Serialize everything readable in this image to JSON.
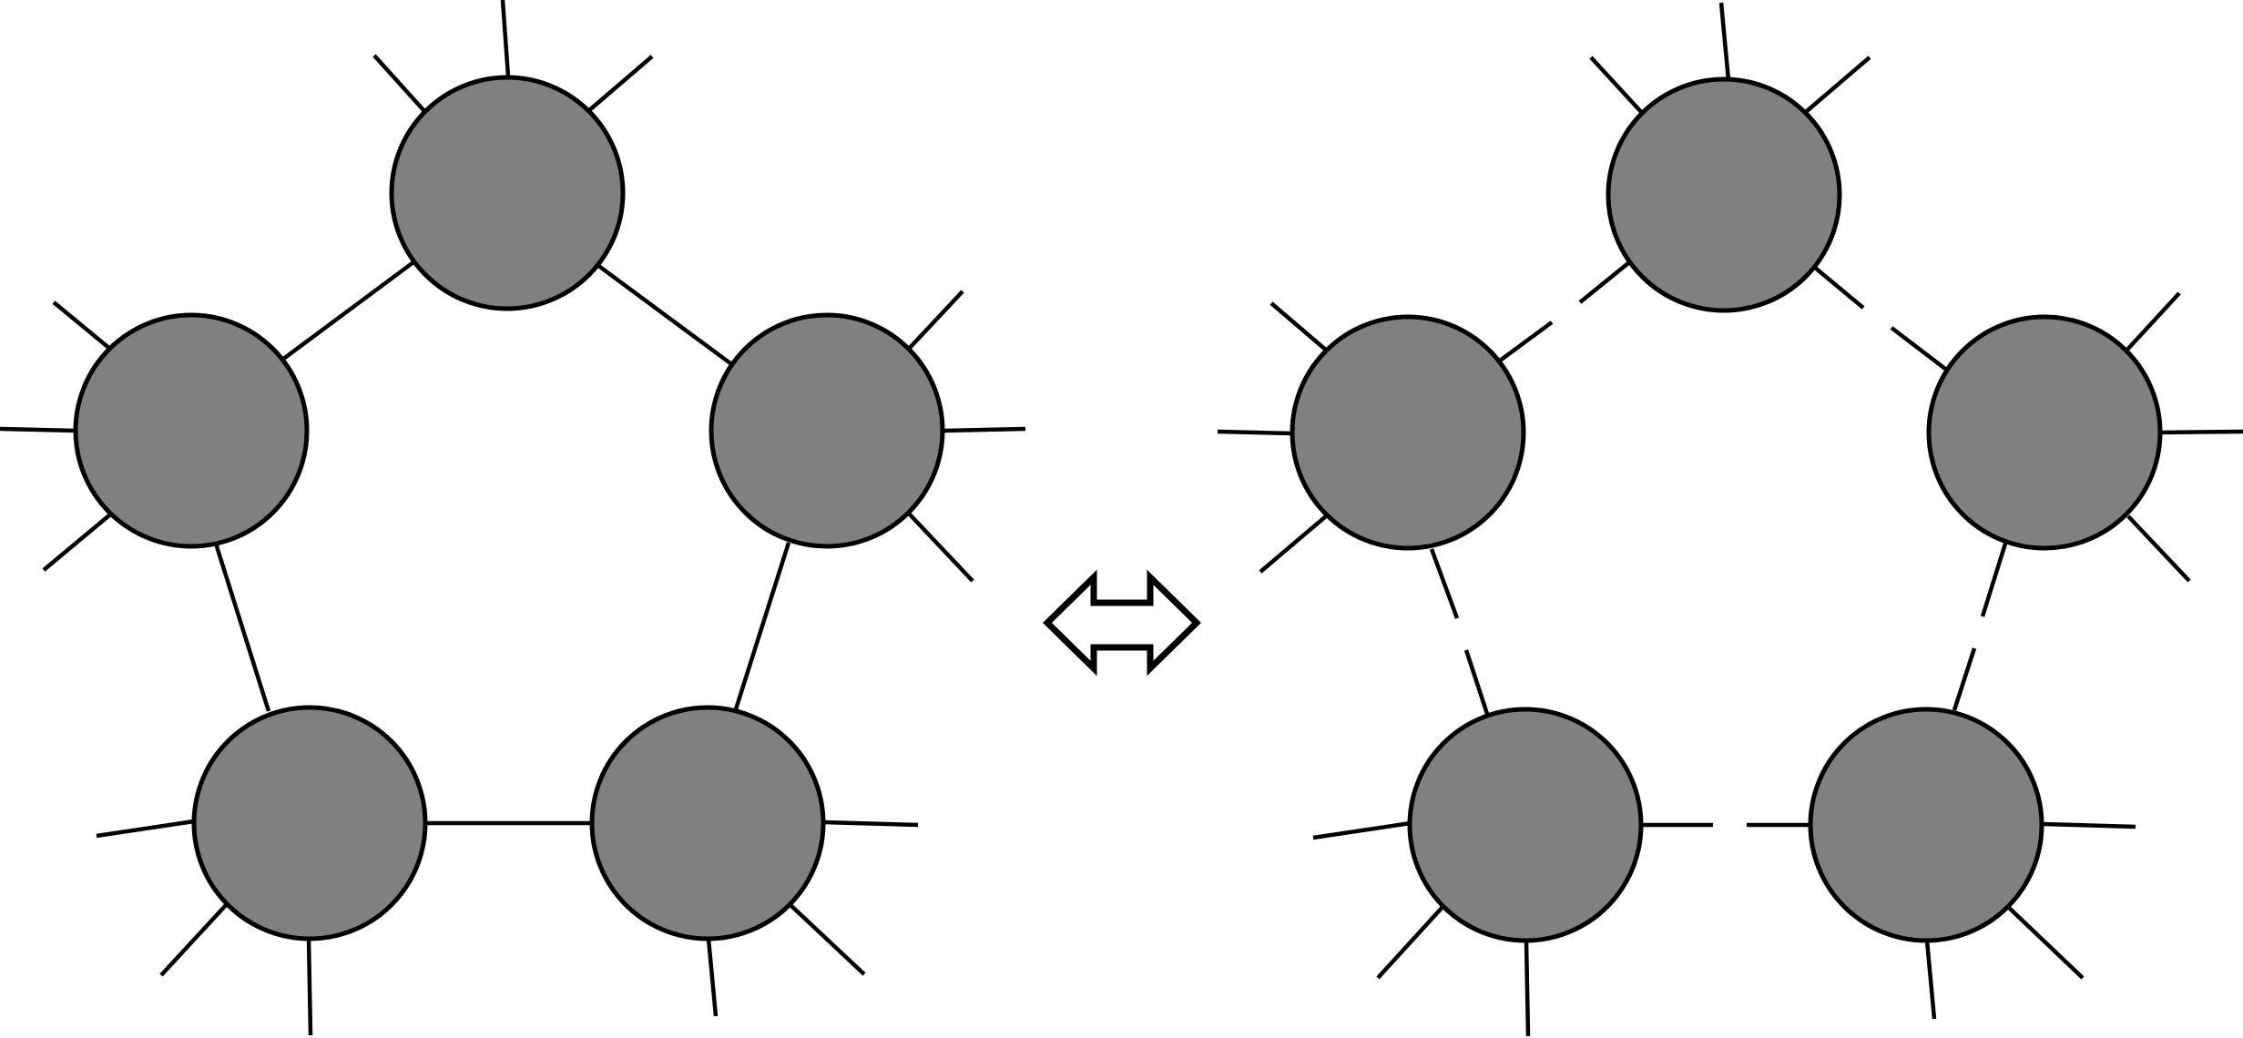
{
  "diagram": {
    "colors": {
      "node_fill": "#808080",
      "stroke": "#000000",
      "background": "#ffffff",
      "arrow_fill": "#ffffff"
    },
    "left_panel": {
      "description_icon": "connected-pentagon-network",
      "node_count": 5,
      "edge_style": "solid"
    },
    "relation_icon": "double-headed-arrow-icon",
    "right_panel": {
      "description_icon": "broken-pentagon-network",
      "node_count": 5,
      "edge_style": "broken"
    }
  }
}
